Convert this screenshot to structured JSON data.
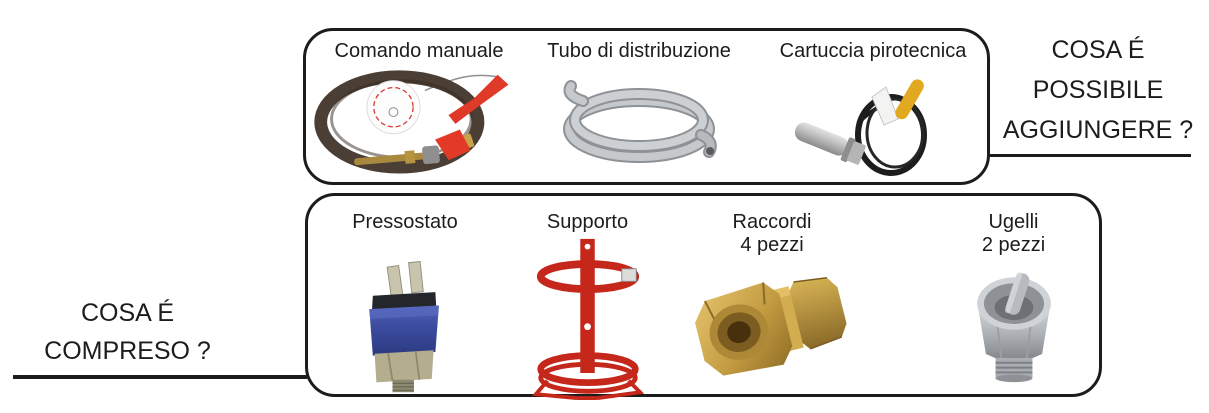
{
  "questions": {
    "addable": {
      "line1": "COSA É",
      "line2": "POSSIBILE",
      "line3": "AGGIUNGERE ?"
    },
    "included": {
      "line1": "COSA É",
      "line2": "COMPRESO ?"
    }
  },
  "addable_panel": {
    "items": [
      {
        "label": "Comando manuale",
        "image": "manual-control-cable-kit"
      },
      {
        "label": "Tubo di distribuzione",
        "image": "distribution-tube-coil"
      },
      {
        "label": "Cartuccia pirotecnica",
        "image": "pyrotechnic-cartridge"
      }
    ]
  },
  "included_panel": {
    "items": [
      {
        "label": "Pressostato",
        "quantity": "",
        "image": "pressure-switch"
      },
      {
        "label": "Supporto",
        "quantity": "",
        "image": "mounting-bracket"
      },
      {
        "label": "Raccordi",
        "quantity": "4 pezzi",
        "image": "brass-fittings"
      },
      {
        "label": "Ugelli",
        "quantity": "2 pezzi",
        "image": "nozzles"
      }
    ]
  },
  "colors": {
    "outline": "#1c1c1c",
    "handle_red": "#df3a27",
    "bracket_red": "#c5271b",
    "switch_blue": "#3c4da0",
    "brass": "#c49c42",
    "steel": "#aeb2b7",
    "tube_gray": "#c6c9cc",
    "cable_brown": "#4b3e35",
    "plug_yellow": "#e2a81f"
  }
}
